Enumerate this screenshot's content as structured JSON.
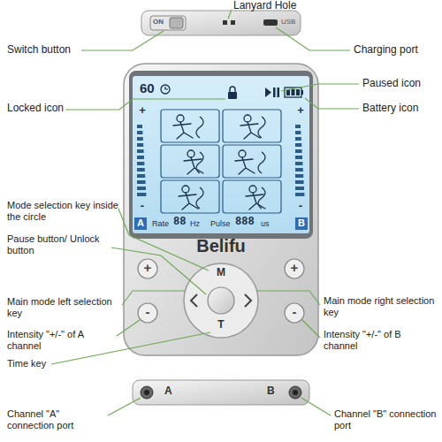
{
  "diagram": {
    "labels": [
      "Lanyard Hole",
      "Switch button",
      "Charging port",
      "Paused icon",
      "Locked icon",
      "Battery icon",
      "Mode selection key inside the circle",
      "Pause button/ Unlock button",
      "Main mode left selection key",
      "Main mode right selection key",
      "Intensity \"+/-\" of A channel",
      "Intensity \"+/-\" of B channel",
      "Time key",
      "Channel \"A\" connection port",
      "Channel \"B\" connection port",
      "ON",
      "USB",
      "60",
      "+",
      "-",
      "+",
      "-",
      "A",
      "Rate",
      "88",
      "Hz",
      "Pulse",
      "888",
      "us",
      "B",
      "Belifu",
      "M",
      "T",
      "+",
      "-",
      "+",
      "-",
      "A",
      "B"
    ]
  }
}
